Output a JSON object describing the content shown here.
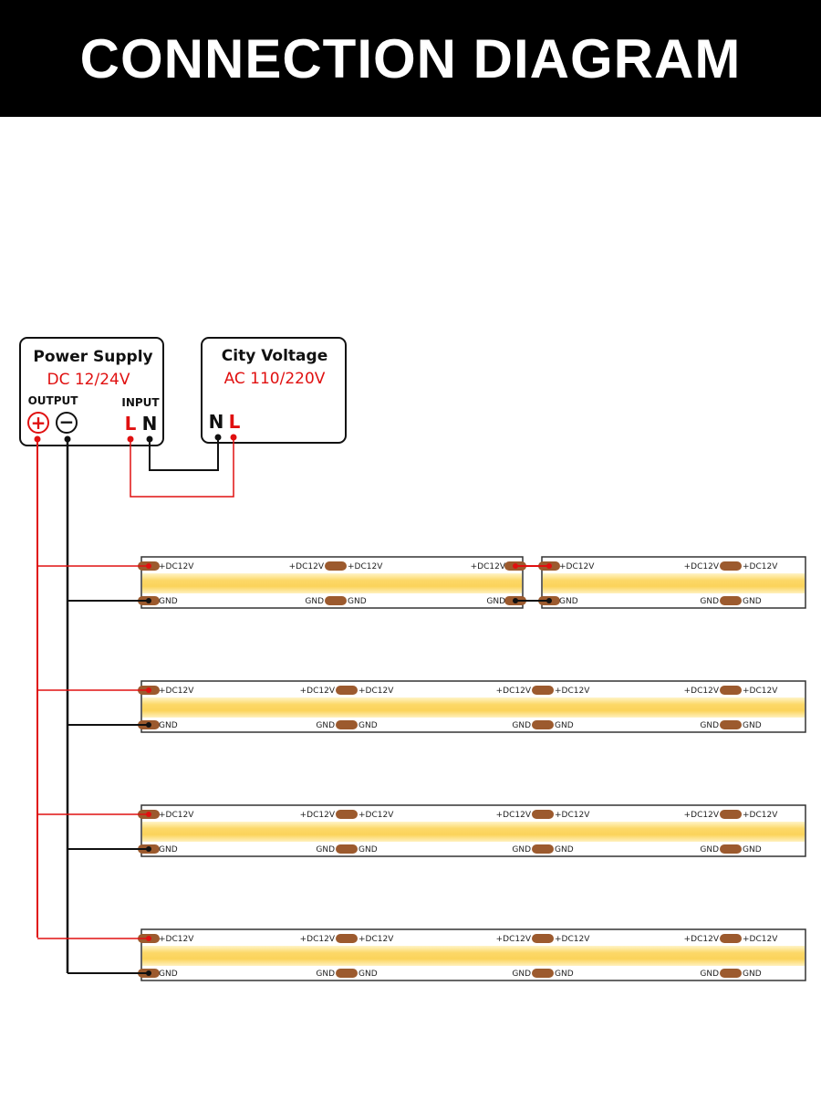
{
  "banner": {
    "title": "CONNECTION DIAGRAM"
  },
  "power_supply": {
    "title": "Power Supply",
    "voltage": "DC 12/24V",
    "output_label": "OUTPUT",
    "input_label": "INPUT",
    "plus_symbol": "+",
    "minus_symbol": "−",
    "terminal_l": "L",
    "terminal_n": "N"
  },
  "city_voltage": {
    "title": "City Voltage",
    "voltage": "AC 110/220V",
    "terminal_n": "N",
    "terminal_l": "L"
  },
  "strips": {
    "positive_label": "+DC12V",
    "ground_label": "GND",
    "count": 4
  },
  "colors": {
    "positive_wire": "#e01010",
    "ground_wire": "#111111",
    "strip_glow": "#fbd35a",
    "pad": "#9c5a2e",
    "voltage_text": "#e01010"
  }
}
